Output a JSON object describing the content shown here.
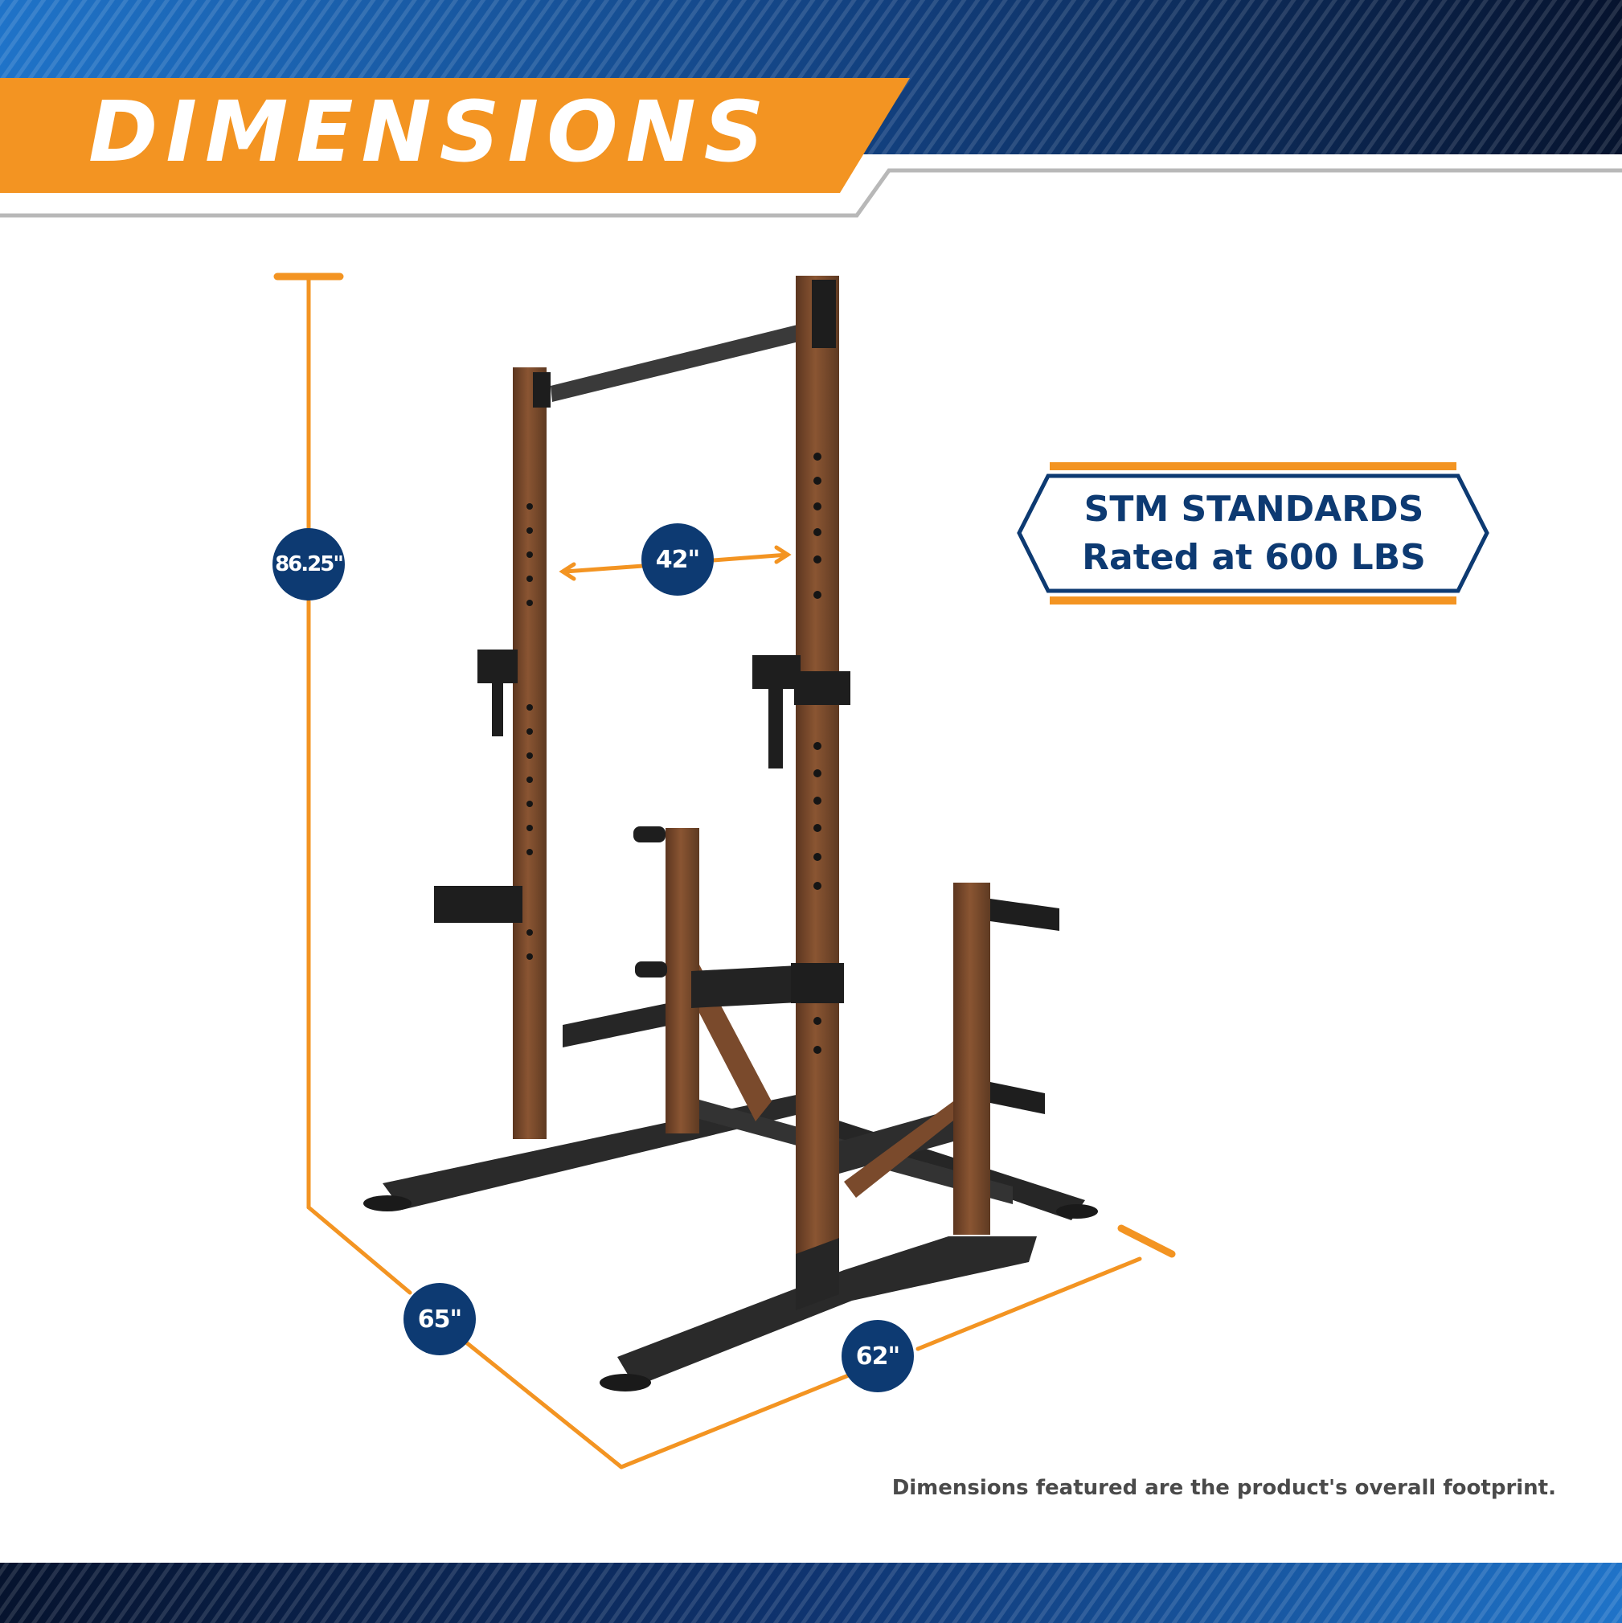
{
  "header": {
    "title": "DIMENSIONS"
  },
  "dimensions": {
    "height": "86.25\"",
    "inner_width": "42\"",
    "depth": "65\"",
    "width": "62\""
  },
  "rating_box": {
    "line1": "STM STANDARDS",
    "line2": "Rated at 600 LBS"
  },
  "footnote": "Dimensions featured are the product's overall footprint.",
  "colors": {
    "orange": "#f39422",
    "navy": "#0d3a72",
    "dark_navy": "#0a1838",
    "stripe_blue": "#1f73c8",
    "frame_brown": "#7a4a2c",
    "frame_black": "#2a2a2a"
  }
}
